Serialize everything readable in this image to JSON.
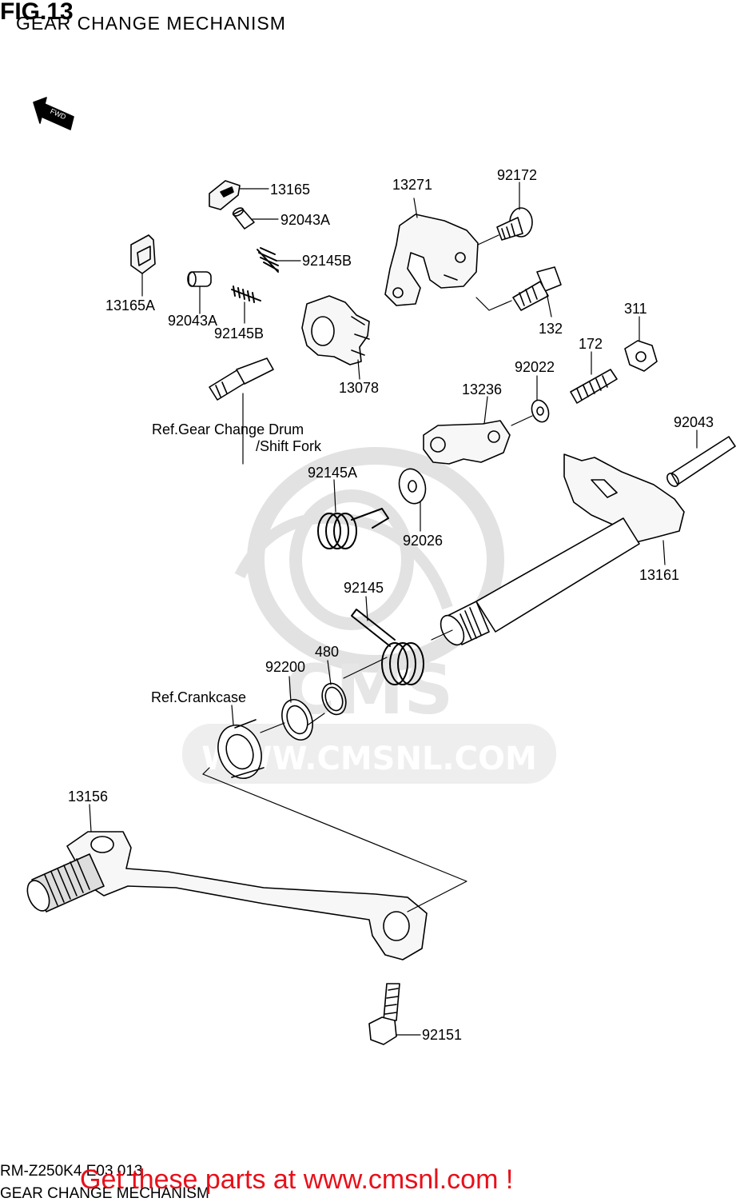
{
  "figure": {
    "title": "FIG.13",
    "subtitle": "GEAR CHANGE MECHANISM",
    "direction_badge": "FWD"
  },
  "watermark": {
    "brand": "CMS",
    "url": "WWW.CMSNL.COM"
  },
  "labels": {
    "p13165": "13165",
    "p92043A_top": "92043A",
    "p92145B_top": "92145B",
    "p13165A": "13165A",
    "p92043A_left": "92043A",
    "p92145B_left": "92145B",
    "p13271": "13271",
    "p92172": "92172",
    "p132": "132",
    "p311": "311",
    "p13078": "13078",
    "p172": "172",
    "p92022": "92022",
    "p13236": "13236",
    "p92043": "92043",
    "p92145A": "92145A",
    "p92026": "92026",
    "p13161": "13161",
    "p92145": "92145",
    "p480": "480",
    "p92200": "92200",
    "p13156": "13156",
    "p92151": "92151"
  },
  "references": {
    "drum_line1": "Ref.Gear Change Drum",
    "drum_line2": "/Shift Fork",
    "crankcase": "Ref.Crankcase"
  },
  "footer": {
    "model_code": "RM-Z250K4 E03 013",
    "section_name": "GEAR CHANGE MECHANISM",
    "cta": "Get these parts at www.cmsnl.com !"
  },
  "colors": {
    "line": "#000000",
    "watermark": "#e6e6e6",
    "cta": "#e8101a"
  }
}
